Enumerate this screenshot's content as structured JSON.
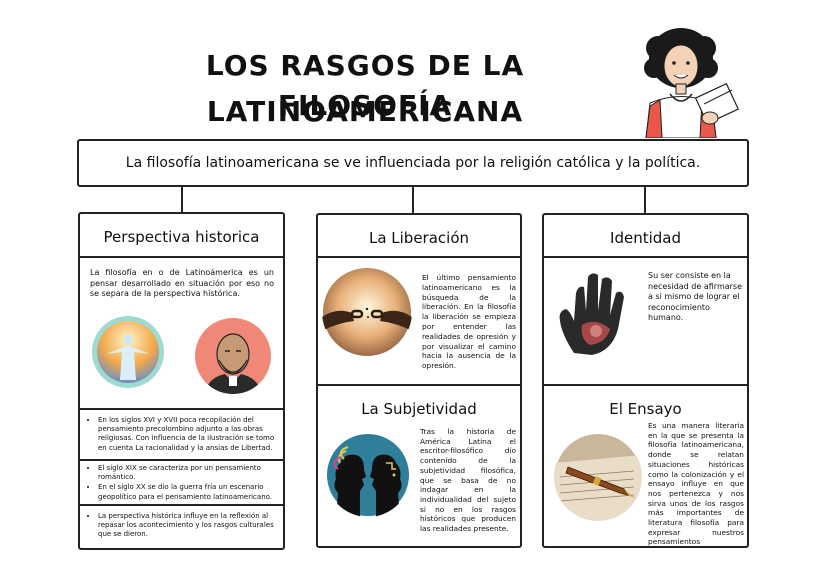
{
  "title": {
    "line1": "LOS RASGOS DE LA FILOSOFÍA",
    "line2": "LATINOAMERICANA"
  },
  "subtitle": "La filosofía latinoamericana se ve influenciada por la religión católica y la política.",
  "sections": {
    "perspectiva": {
      "title": "Perspectiva historica",
      "text": "La filosofía en o de Latinoámerica es un pensar desarrollado en situación por eso no se separa de la perspectiva histórica.",
      "bullets1": [
        "En los siglos XVI y XVII poca recopilación del pensamiento precolombino adjunto a las obras religiosas. Con influencia de la ilustración se tomo en cuenta La racionalidad y la ansias de Libertad."
      ],
      "bullets2": [
        "El siglo XIX se caracteriza por un pensamiento romántico.",
        "En el siglo XX se dio la guerra fría un escenario geopolítico para el pensamiento latinoamericano."
      ],
      "bullets3": [
        "La perspectiva histórica influye en la reflexión al repasar los acontecimiento y los rasgos culturales que se dieron."
      ]
    },
    "liberacion": {
      "title": "La Liberación",
      "text": "El último pensamiento latinoamericano es la búsqueda de la liberación. En la filosofía la liberación se empieza por entender las realidades de opresión y por visualizar el camino hacia la ausencia de la opresión."
    },
    "identidad": {
      "title": "Identidad",
      "text": "Su ser consiste en la necesidad de afirmarse a si mismo de lograr el reconocimiento humano."
    },
    "subjetividad": {
      "title": "La Subjetividad",
      "text": "Tras la historia de América Latina el escritor-filosófico dio contenido de la subjetividad filosófica, que se basa de no indagar en la individualidad del sujeto si no en los rasgos históricos que producen las realidades presente."
    },
    "ensayo": {
      "title": "El Ensayo",
      "text": "Es una manera literaria en la que se presenta la filosofía latinoamericana, donde se relatan situaciones históricas como la colonización y el ensayo influye en que nos pertenezca y nos sirva unos de los rasgos más importantes de literatura filosofía para expresar nuestros pensamientos"
    }
  },
  "colors": {
    "line": "#222222",
    "teal": "#9ed9d2",
    "salmon": "#f08878",
    "sky": "#f2a94a"
  }
}
